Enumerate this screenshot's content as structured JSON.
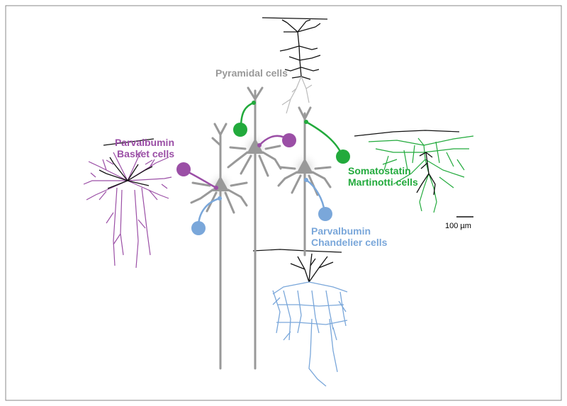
{
  "labels": {
    "pyramidal": "Pyramidal cells",
    "basket_line1": "Parvalbumin",
    "basket_line2": "Basket cells",
    "martinotti_line1": "Somatostatin",
    "martinotti_line2": "Martinotti cells",
    "chandelier_line1": "Parvalbumin",
    "chandelier_line2": "Chandelier cells"
  },
  "scale_bar": {
    "label": "100 µm"
  },
  "colors": {
    "pyramidal": "#999999",
    "basket": "#9b4fa6",
    "martinotti": "#22aa3c",
    "chandelier": "#7aa7da",
    "morphology": "#111111"
  }
}
